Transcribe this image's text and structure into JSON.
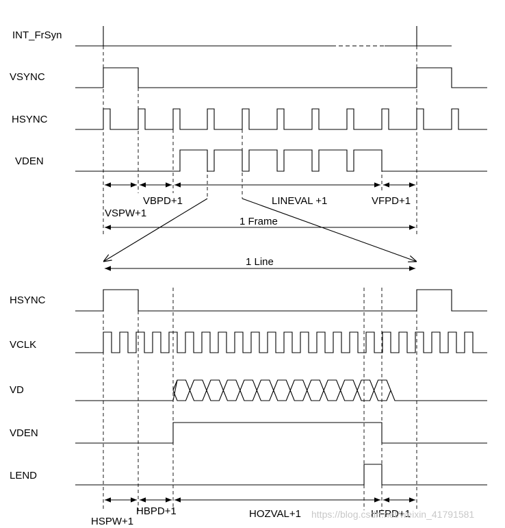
{
  "top_signals": {
    "int_frsyn": "INT_FrSyn",
    "vsync": "VSYNC",
    "hsync": "HSYNC",
    "vden": "VDEN"
  },
  "top_intervals": {
    "vspw": "VSPW+1",
    "vbpd": "VBPD+1",
    "lineval": "LINEVAL +1",
    "vfpd": "VFPD+1",
    "frame": "1 Frame"
  },
  "line_label": "1 Line",
  "bottom_signals": {
    "hsync": "HSYNC",
    "vclk": "VCLK",
    "vd": "VD",
    "vden": "VDEN",
    "lend": "LEND"
  },
  "bottom_intervals": {
    "hspw": "HSPW+1",
    "hbpd": "HBPD+1",
    "hozval": "HOZVAL+1",
    "hfpd": "HFPD+1"
  },
  "watermark": "https://blog.csdn.net/weixin_41791581"
}
